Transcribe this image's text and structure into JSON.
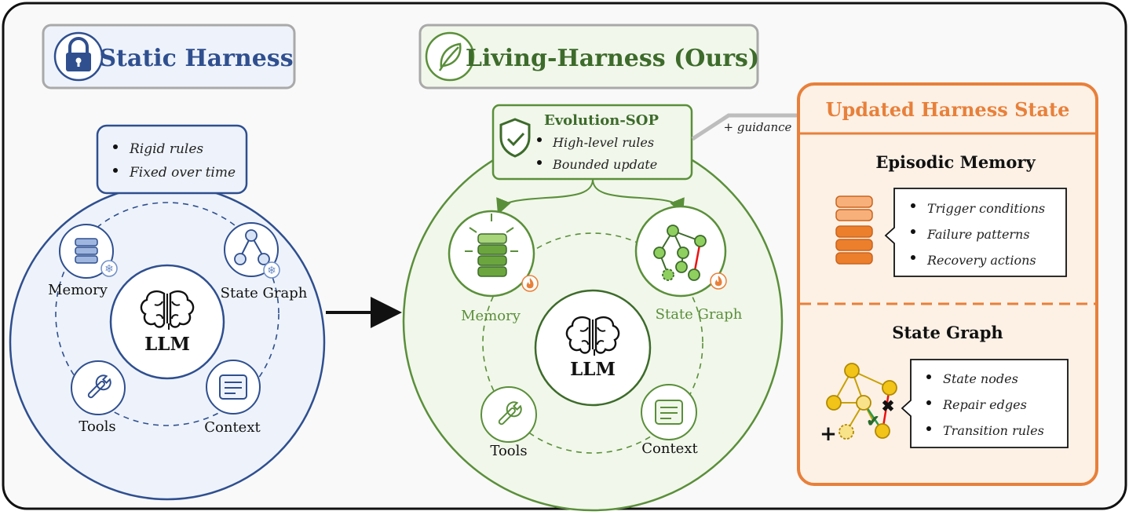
{
  "static": {
    "title": "Static Harness",
    "bullets": [
      "Rigid rules",
      "Fixed over time"
    ],
    "llm": "LLM",
    "nodes": {
      "memory": "Memory",
      "state_graph": "State Graph",
      "tools": "Tools",
      "context": "Context"
    }
  },
  "living": {
    "title": "Living-Harness (Ours)",
    "sop_title": "Evolution-SOP",
    "sop_bullets": [
      "High-level rules",
      "Bounded update"
    ],
    "llm": "LLM",
    "nodes": {
      "memory": "Memory",
      "state_graph": "State Graph",
      "tools": "Tools",
      "context": "Context"
    }
  },
  "guidance": "+ guidance",
  "updated": {
    "title": "Updated Harness State",
    "episodic_title": "Episodic Memory",
    "episodic_bullets": [
      "Trigger conditions",
      "Failure patterns",
      "Recovery actions"
    ],
    "state_graph_title": "State Graph",
    "state_graph_bullets": [
      "State nodes",
      "Repair edges",
      "Transition rules"
    ]
  },
  "colors": {
    "static_blue": "#2f4f8f",
    "static_fill": "#eef3fb",
    "living_green": "#5a8f3a",
    "living_fill": "#f1f7ea",
    "title_green": "#3d6b2b",
    "orange": "#e8803a",
    "orange_fill": "#fdf1e6",
    "yellow": "#f2c318"
  },
  "icons": [
    "lock-icon",
    "leaf-icon",
    "shield-check-icon",
    "brain-icon",
    "database-icon",
    "graph-icon",
    "wrench-icon",
    "document-icon",
    "snowflake-icon",
    "flame-icon"
  ]
}
